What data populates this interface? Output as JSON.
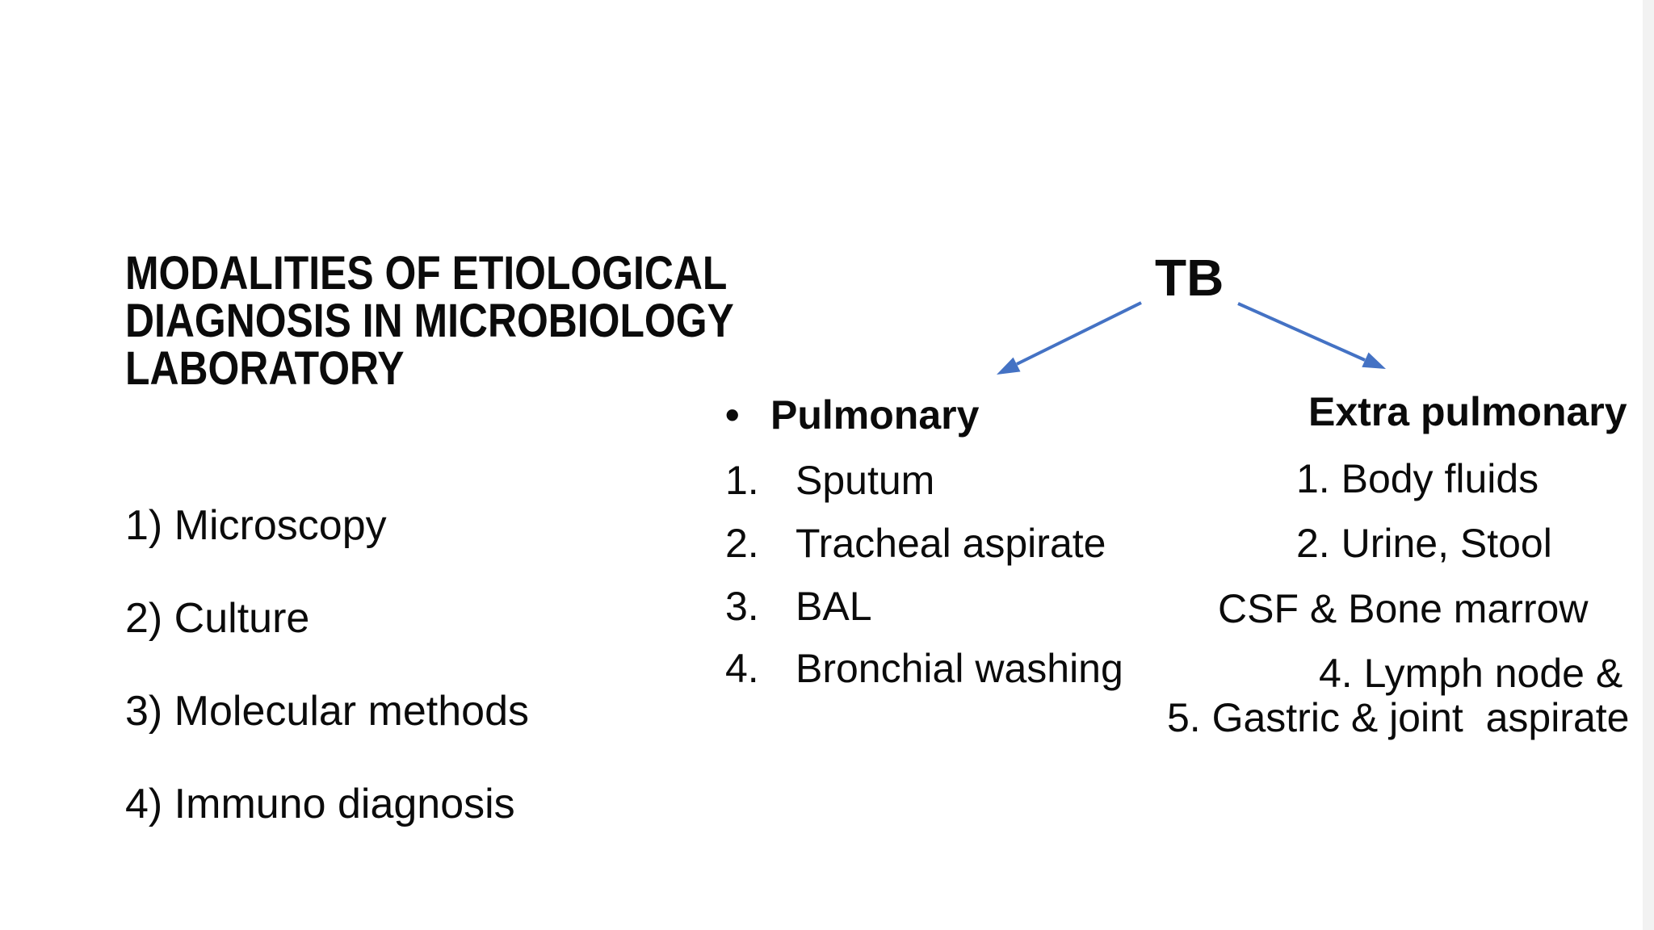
{
  "slide": {
    "title_lines": [
      "MODALITIES OF ETIOLOGICAL",
      "DIAGNOSIS IN MICROBIOLOGY",
      "LABORATORY"
    ],
    "methods": [
      "1) Microscopy",
      "2) Culture",
      "3) Molecular methods",
      "4) Immuno diagnosis"
    ],
    "tb_label": "TB",
    "pulmonary": {
      "bullet": "•",
      "heading": "Pulmonary",
      "items": [
        {
          "num": "1.",
          "text": "Sputum"
        },
        {
          "num": "2.",
          "text": "Tracheal aspirate"
        },
        {
          "num": "3.",
          "text": "BAL"
        },
        {
          "num": "4.",
          "text": "Bronchial washing"
        }
      ]
    },
    "extra_pulmonary": {
      "heading": "Extra pulmonary",
      "lines": [
        "1. Body fluids",
        "2. Urine, Stool",
        "CSF & Bone marrow",
        "4. Lymph node &",
        "5. Gastric & joint  aspirate"
      ]
    },
    "colors": {
      "arrow_blue": "#4472C4",
      "text_black": "#0b0b0b"
    }
  }
}
